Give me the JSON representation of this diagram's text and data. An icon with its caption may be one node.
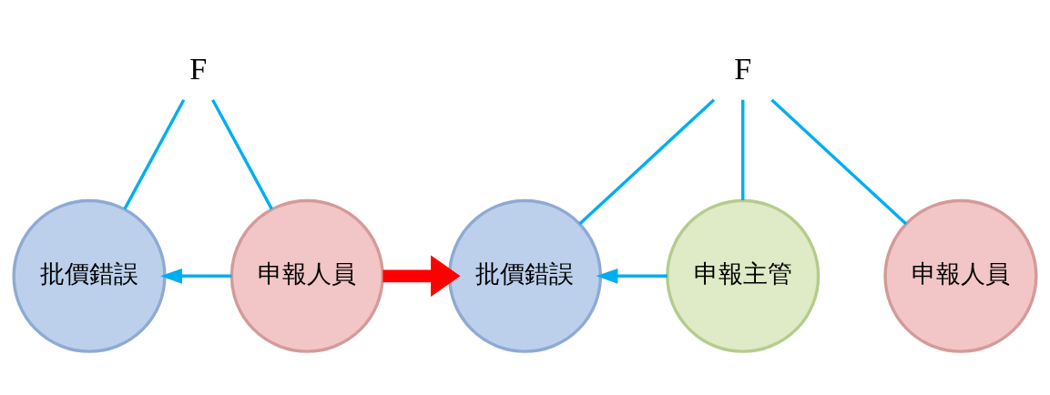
{
  "diagram": {
    "nodes": [
      {
        "text": [
          "F"
        ]
      },
      {
        "text": [
          "批價錯誤"
        ]
      },
      {
        "text": [
          "申報人員"
        ]
      },
      {
        "text": [
          "F"
        ]
      },
      {
        "text": [
          "批價錯誤"
        ]
      },
      {
        "text": [
          "申報主管"
        ]
      },
      {
        "text": [
          "申報人員"
        ]
      }
    ],
    "edges": [
      {
        "from": 0,
        "to": 1,
        "arrow": "none"
      },
      {
        "from": 0,
        "to": 2,
        "arrow": "none"
      },
      {
        "from": 2,
        "to": 1,
        "arrow": "to"
      },
      {
        "from": 2,
        "to": 4,
        "arrow": "to",
        "style": "thick",
        "color": "#ff0000"
      },
      {
        "from": 3,
        "to": 4,
        "arrow": "none"
      },
      {
        "from": 3,
        "to": 5,
        "arrow": "none"
      },
      {
        "from": 3,
        "to": 6,
        "arrow": "none"
      },
      {
        "from": 5,
        "to": 4,
        "arrow": "to"
      }
    ]
  }
}
